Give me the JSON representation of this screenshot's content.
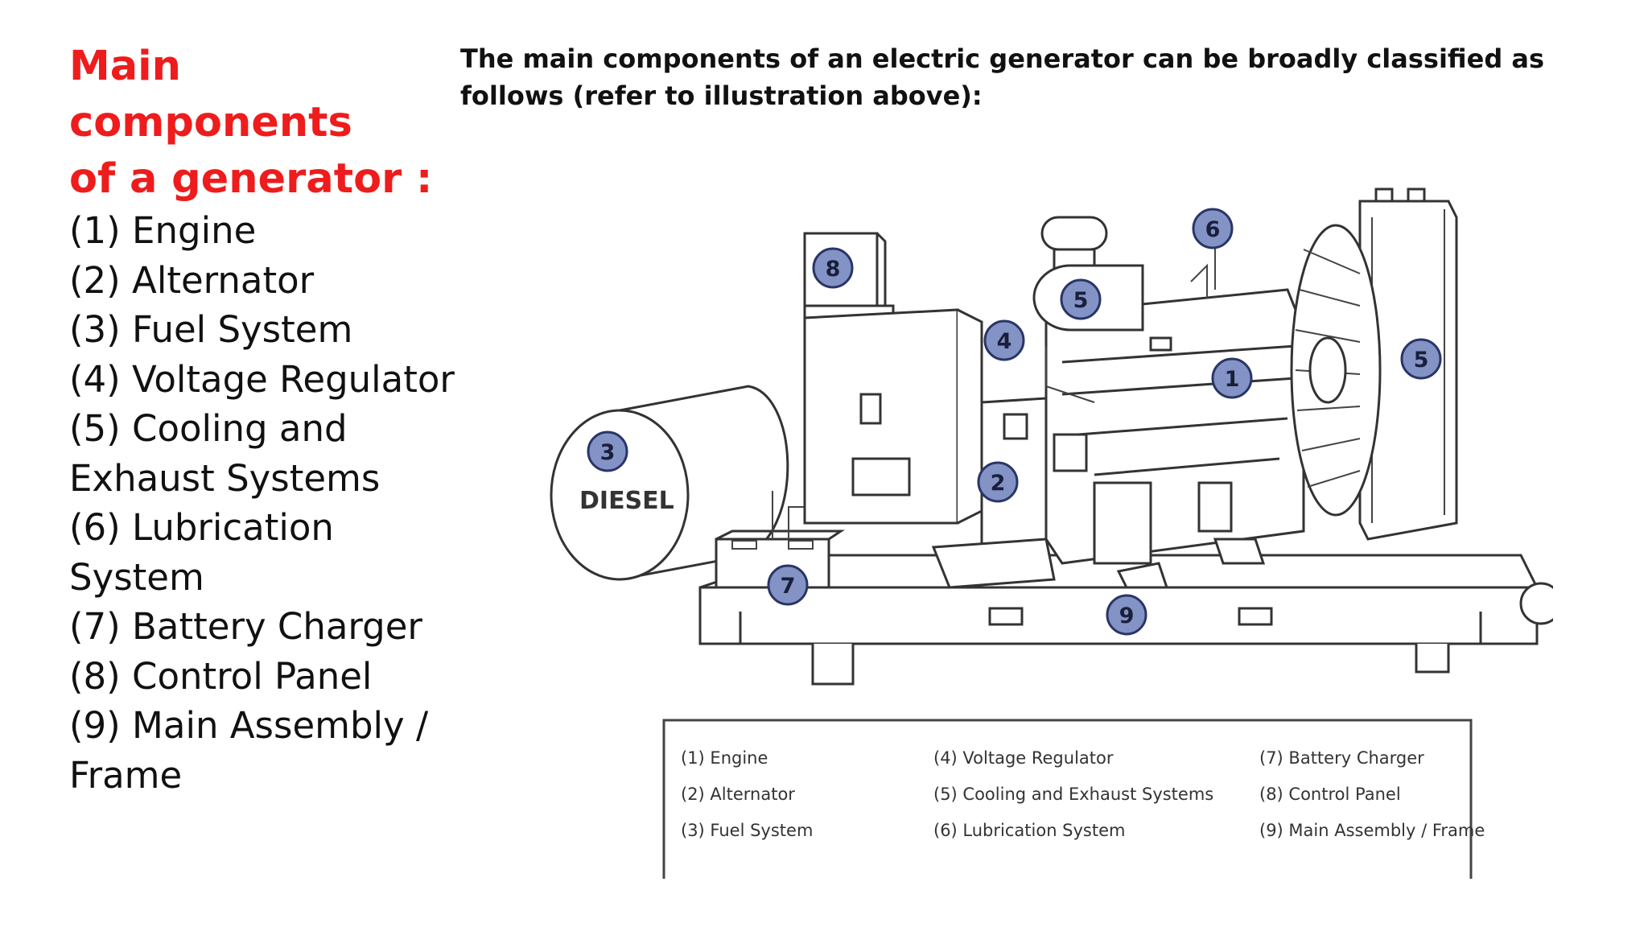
{
  "slide": {
    "title_line1": "Main components",
    "title_line2": "of a generator :",
    "intro": "The main components of an electric generator can be broadly classified as follows (refer to illustration above):",
    "components": [
      "(1) Engine",
      "(2) Alternator",
      "(3) Fuel System",
      "(4) Voltage Regulator",
      "(5) Cooling and",
      "Exhaust Systems",
      "(6) Lubrication System",
      "(7) Battery Charger",
      "(8) Control Panel",
      "(9) Main Assembly /",
      "Frame"
    ]
  },
  "diagram": {
    "tank_label": "DIESEL",
    "badges": {
      "engine": "1",
      "alternator": "2",
      "fuel": "3",
      "regulator": "4",
      "cooling_left": "5",
      "cooling_right": "5",
      "lubrication": "6",
      "battery": "7",
      "control": "8",
      "frame": "9"
    },
    "legend": {
      "col1": [
        "(1) Engine",
        "(2) Alternator",
        "(3) Fuel System"
      ],
      "col2": [
        "(4) Voltage Regulator",
        "(5) Cooling and Exhaust Systems",
        "(6) Lubrication System"
      ],
      "col3": [
        "(7) Battery Charger",
        "(8) Control Panel",
        "(9) Main Assembly / Frame"
      ]
    }
  }
}
